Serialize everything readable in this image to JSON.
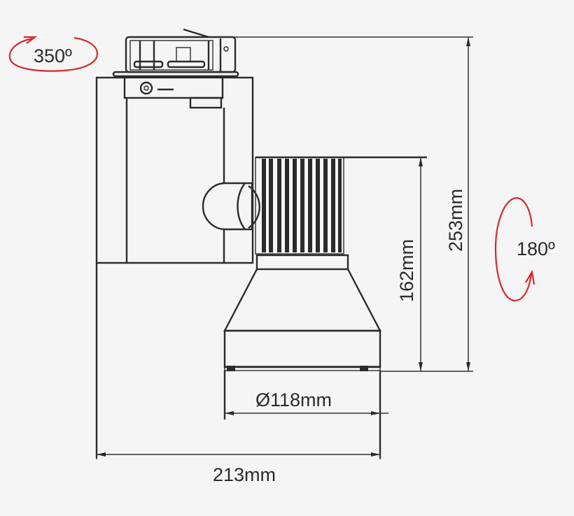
{
  "diagram": {
    "subject": "Track spotlight technical drawing (side view)",
    "colors": {
      "background": "#f5f5f5",
      "line": "#2b2b2b",
      "rotation_arrow": "#d62a2e"
    },
    "rotation": {
      "horizontal": {
        "label": "350º",
        "axis": "horizontal"
      },
      "vertical": {
        "label": "180º",
        "axis": "vertical"
      }
    },
    "dimensions": {
      "total_height": "253mm",
      "head_height": "162mm",
      "head_diameter": "Ø118mm",
      "total_width": "213mm"
    }
  }
}
